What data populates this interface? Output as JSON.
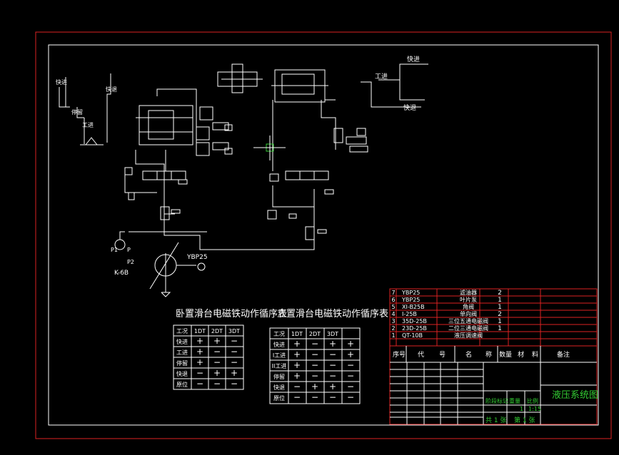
{
  "title_block": {
    "drawing_title": "液压系统图",
    "header": {
      "no": "序号",
      "code": "代",
      "code2": "号",
      "name": "名",
      "name2": "称",
      "qty": "数量",
      "material": "材",
      "material2": "料",
      "remark": "备注"
    },
    "parts": [
      {
        "no": "7",
        "code": "YBP25",
        "name": "滤油器",
        "qty": "2"
      },
      {
        "no": "6",
        "code": "YBP25",
        "name": "叶片泵",
        "qty": "1"
      },
      {
        "no": "5",
        "code": "XI-B25B",
        "name": "角阀",
        "qty": "1"
      },
      {
        "no": "4",
        "code": "I-25B",
        "name": "单向阀",
        "qty": "2"
      },
      {
        "no": "3",
        "code": "35D-25B",
        "name": "三位五通电磁阀",
        "qty": "1"
      },
      {
        "no": "2",
        "code": "23D-25B",
        "name": "二位三通电磁阀",
        "qty": "1"
      },
      {
        "no": "1",
        "code": "QT-10B",
        "name": "液压调速阀",
        "qty": ""
      }
    ],
    "sign_labels": {
      "stage": "阶段标记",
      "weight": "重量",
      "scale": "比例",
      "scale_value": "1:15",
      "sheet_total": "共 1 张",
      "sheet_no": "第 1 张",
      "qty_one": "1"
    }
  },
  "table_titles": {
    "horizontal": "卧置滑台电磁铁动作循序表",
    "vertical": "立置滑台电磁铁动作循序表"
  },
  "table_left": {
    "header": [
      "工况",
      "1DT",
      "2DT",
      "3DT"
    ],
    "rows": [
      [
        "快进",
        "+",
        "+",
        "−"
      ],
      [
        "工进",
        "+",
        "−",
        "−"
      ],
      [
        "停留",
        "+",
        "−",
        "−"
      ],
      [
        "快退",
        "−",
        "+",
        "+"
      ],
      [
        "原位",
        "−",
        "−",
        "−"
      ]
    ]
  },
  "table_right": {
    "header": [
      "工况",
      "1DT",
      "2DT",
      "3DT",
      ""
    ],
    "rows": [
      [
        "快进",
        "+",
        "−",
        "+",
        "+"
      ],
      [
        "I工进",
        "+",
        "−",
        "−",
        "+"
      ],
      [
        "II工进",
        "+",
        "−",
        "−",
        "−"
      ],
      [
        "停留",
        "+",
        "−",
        "−",
        "−"
      ],
      [
        "快退",
        "−",
        "+",
        "+",
        "−"
      ],
      [
        "原位",
        "−",
        "−",
        "−",
        "−"
      ]
    ]
  },
  "cycle_left": {
    "labels": [
      "快进",
      "工进",
      "快退",
      "停留"
    ]
  },
  "cycle_right": {
    "labels": [
      "快进",
      "工进",
      "快退"
    ]
  },
  "pump": {
    "code": "YBP25",
    "model": "K-6B",
    "p_label": "P",
    "p1": "P1",
    "p2": "P2"
  }
}
